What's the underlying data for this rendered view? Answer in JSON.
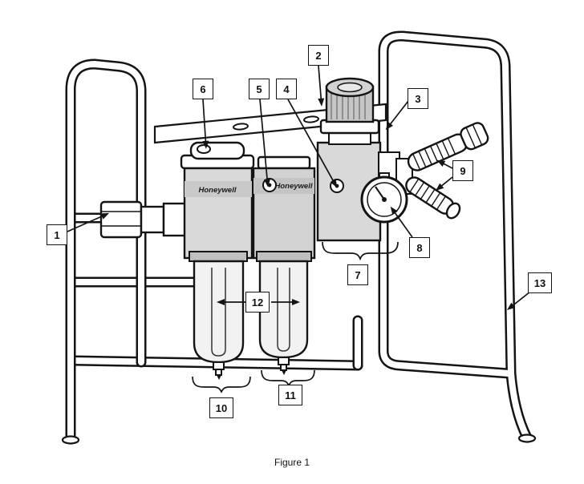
{
  "figure": {
    "caption": "Figure 1"
  },
  "units": [
    {
      "brand": "Honeywell"
    },
    {
      "brand": "Honeywell"
    }
  ],
  "callouts": [
    "1",
    "2",
    "3",
    "4",
    "5",
    "6",
    "7",
    "8",
    "9",
    "10",
    "11",
    "12",
    "13"
  ],
  "colors": {
    "line": "#141414",
    "unit_fill": "#d9d9d9",
    "bowl_fill": "#f2f2f2",
    "background": "#ffffff"
  }
}
